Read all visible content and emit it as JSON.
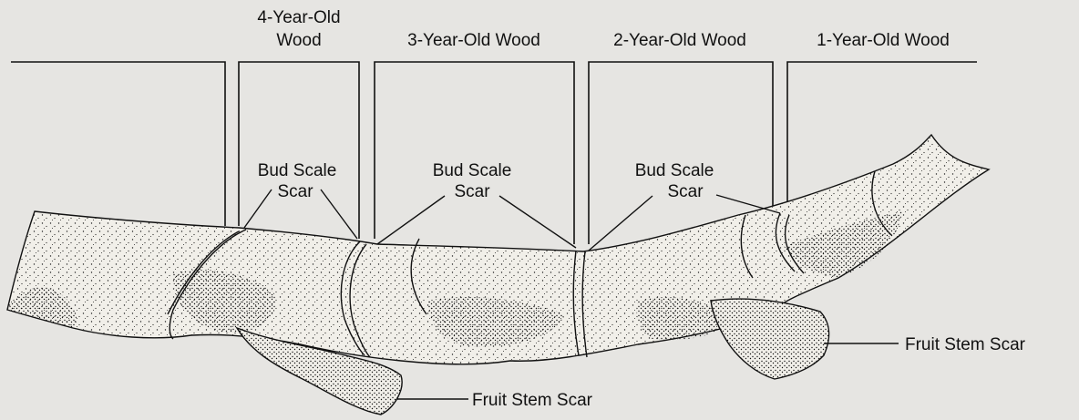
{
  "section_labels": {
    "four_year_line1": "4-Year-Old",
    "four_year_line2": "Wood",
    "three_year": "3-Year-Old Wood",
    "two_year": "2-Year-Old Wood",
    "one_year": "1-Year-Old Wood"
  },
  "bud_scale_scars": [
    {
      "line1": "Bud Scale",
      "line2": "Scar"
    },
    {
      "line1": "Bud Scale",
      "line2": "Scar"
    },
    {
      "line1": "Bud Scale",
      "line2": "Scar"
    }
  ],
  "fruit_stem_scars": [
    {
      "label": "Fruit Stem Scar"
    },
    {
      "label": "Fruit Stem Scar"
    }
  ],
  "colors": {
    "background": "#e6e5e2",
    "ink": "#111111",
    "branch_fill": "#f1efe9"
  }
}
